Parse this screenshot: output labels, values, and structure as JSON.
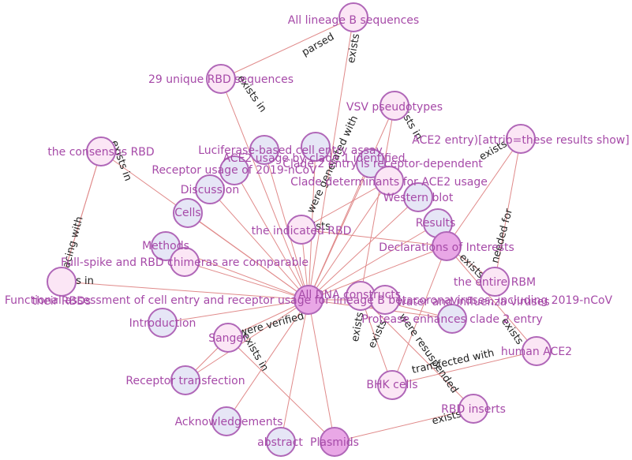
{
  "colors": {
    "node_stroke": "#b067b8",
    "node_fill_light": "#fbe6f5",
    "node_fill_blue": "#e6e6f6",
    "node_fill_strong": "#e9a7e6",
    "label_color": "#a64aa8",
    "edge_color": "#e08a8a"
  },
  "nodes": [
    {
      "id": "n1",
      "label": "All lineage B sequences",
      "fill": "light"
    },
    {
      "id": "n2",
      "label": "29 unique RBD sequences",
      "fill": "light"
    },
    {
      "id": "n3",
      "label": "VSV pseudotypes",
      "fill": "light"
    },
    {
      "id": "n4",
      "label": "ACE2 entry)[attrib=these results show]",
      "fill": "light"
    },
    {
      "id": "n5",
      "label": "the consensus RBD",
      "fill": "light"
    },
    {
      "id": "n6",
      "label": "Luciferase-based cell entry assay",
      "fill": "blue"
    },
    {
      "id": "n7",
      "label": "Receptor usage of 2019-nCoV",
      "fill": "blue"
    },
    {
      "id": "n8",
      "label": "ACE2 usage by clade 1 identified",
      "fill": "blue"
    },
    {
      "id": "n9",
      "label": "Clade 2 entry is receptor-dependent",
      "fill": "blue"
    },
    {
      "id": "n10",
      "label": "Discussion",
      "fill": "blue"
    },
    {
      "id": "n11",
      "label": "Clade determinants for ACE2 usage",
      "fill": "light"
    },
    {
      "id": "n12",
      "label": "Cells",
      "fill": "blue"
    },
    {
      "id": "n13",
      "label": "Western blot",
      "fill": "blue"
    },
    {
      "id": "n14",
      "label": "the indicated RBD",
      "fill": "light"
    },
    {
      "id": "n15",
      "label": "Results",
      "fill": "blue"
    },
    {
      "id": "n16",
      "label": "Methods",
      "fill": "blue"
    },
    {
      "id": "n17",
      "label": "Declarations of Interests",
      "fill": "strong"
    },
    {
      "id": "n18",
      "label": "Full-spike and RBD chimeras are comparable",
      "fill": "light"
    },
    {
      "id": "n19",
      "label": "the entire RBM",
      "fill": "light"
    },
    {
      "id": "n20",
      "label": "their RBDs",
      "fill": "light"
    },
    {
      "id": "n21",
      "label": "Functional assessment of cell entry and receptor usage for lineage B betacoronaviruses, including 2019-nCoV",
      "fill": "strong"
    },
    {
      "id": "n22",
      "label": "All DNA constructs",
      "fill": "light"
    },
    {
      "id": "n23",
      "label": "water and influenza viruses",
      "fill": "light"
    },
    {
      "id": "n24",
      "label": "Introduction",
      "fill": "blue"
    },
    {
      "id": "n25",
      "label": "Protease enhances clade 2 entry",
      "fill": "blue"
    },
    {
      "id": "n26",
      "label": "Sanger",
      "fill": "light"
    },
    {
      "id": "n27",
      "label": "human ACE2",
      "fill": "light"
    },
    {
      "id": "n28",
      "label": "BHK cells",
      "fill": "light"
    },
    {
      "id": "n29",
      "label": "Receptor transfection",
      "fill": "blue"
    },
    {
      "id": "n30",
      "label": "RBD inserts",
      "fill": "light"
    },
    {
      "id": "n31",
      "label": "Acknowledgements",
      "fill": "blue"
    },
    {
      "id": "n32",
      "label": "abstract",
      "fill": "blue"
    },
    {
      "id": "n33",
      "label": "Plasmids",
      "fill": "strong"
    }
  ],
  "edges": [
    {
      "from": "n2",
      "to": "n1",
      "label": "parsed"
    },
    {
      "from": "n21",
      "to": "n1",
      "label": "exists"
    },
    {
      "from": "n21",
      "to": "n2",
      "label": "exists in"
    },
    {
      "from": "n21",
      "to": "n3",
      "label": "were generated with"
    },
    {
      "from": "n22",
      "to": "n3",
      "label": "exists in"
    },
    {
      "from": "n17",
      "to": "n4",
      "label": "exists"
    },
    {
      "from": "n19",
      "to": "n4",
      "label": "needed for"
    },
    {
      "from": "n20",
      "to": "n5",
      "label": "replacing with"
    },
    {
      "from": "n21",
      "to": "n5",
      "label": "exists in"
    },
    {
      "from": "n20",
      "to": "n5",
      "label": "exists in"
    },
    {
      "from": "n21",
      "to": "n6",
      "label": ""
    },
    {
      "from": "n21",
      "to": "n7",
      "label": ""
    },
    {
      "from": "n21",
      "to": "n8",
      "label": ""
    },
    {
      "from": "n21",
      "to": "n9",
      "label": ""
    },
    {
      "from": "n21",
      "to": "n10",
      "label": ""
    },
    {
      "from": "n21",
      "to": "n11",
      "label": ""
    },
    {
      "from": "n21",
      "to": "n12",
      "label": ""
    },
    {
      "from": "n21",
      "to": "n13",
      "label": ""
    },
    {
      "from": "n21",
      "to": "n14",
      "label": "exists"
    },
    {
      "from": "n21",
      "to": "n15",
      "label": ""
    },
    {
      "from": "n21",
      "to": "n16",
      "label": ""
    },
    {
      "from": "n21",
      "to": "n17",
      "label": ""
    },
    {
      "from": "n21",
      "to": "n18",
      "label": ""
    },
    {
      "from": "n21",
      "to": "n20",
      "label": ""
    },
    {
      "from": "n21",
      "to": "n23",
      "label": ""
    },
    {
      "from": "n21",
      "to": "n24",
      "label": ""
    },
    {
      "from": "n21",
      "to": "n25",
      "label": ""
    },
    {
      "from": "n21",
      "to": "n26",
      "label": "were verified"
    },
    {
      "from": "n21",
      "to": "n29",
      "label": ""
    },
    {
      "from": "n21",
      "to": "n31",
      "label": ""
    },
    {
      "from": "n21",
      "to": "n32",
      "label": ""
    },
    {
      "from": "n21",
      "to": "n33",
      "label": ""
    },
    {
      "from": "n26",
      "to": "n33",
      "label": "exists in"
    },
    {
      "from": "n26",
      "to": "n29",
      "label": ""
    },
    {
      "from": "n17",
      "to": "n19",
      "label": "exists"
    },
    {
      "from": "n17",
      "to": "n27",
      "label": "exists"
    },
    {
      "from": "n17",
      "to": "n28",
      "label": ""
    },
    {
      "from": "n22",
      "to": "n28",
      "label": "exists"
    },
    {
      "from": "n22",
      "to": "n30",
      "label": "were resuspended"
    },
    {
      "from": "n28",
      "to": "n27",
      "label": "transfected with"
    },
    {
      "from": "n33",
      "to": "n30",
      "label": "exists"
    },
    {
      "from": "n14",
      "to": "n11",
      "label": ""
    },
    {
      "from": "n14",
      "to": "n17",
      "label": ""
    },
    {
      "from": "n22",
      "to": "n25",
      "label": "exists"
    }
  ]
}
